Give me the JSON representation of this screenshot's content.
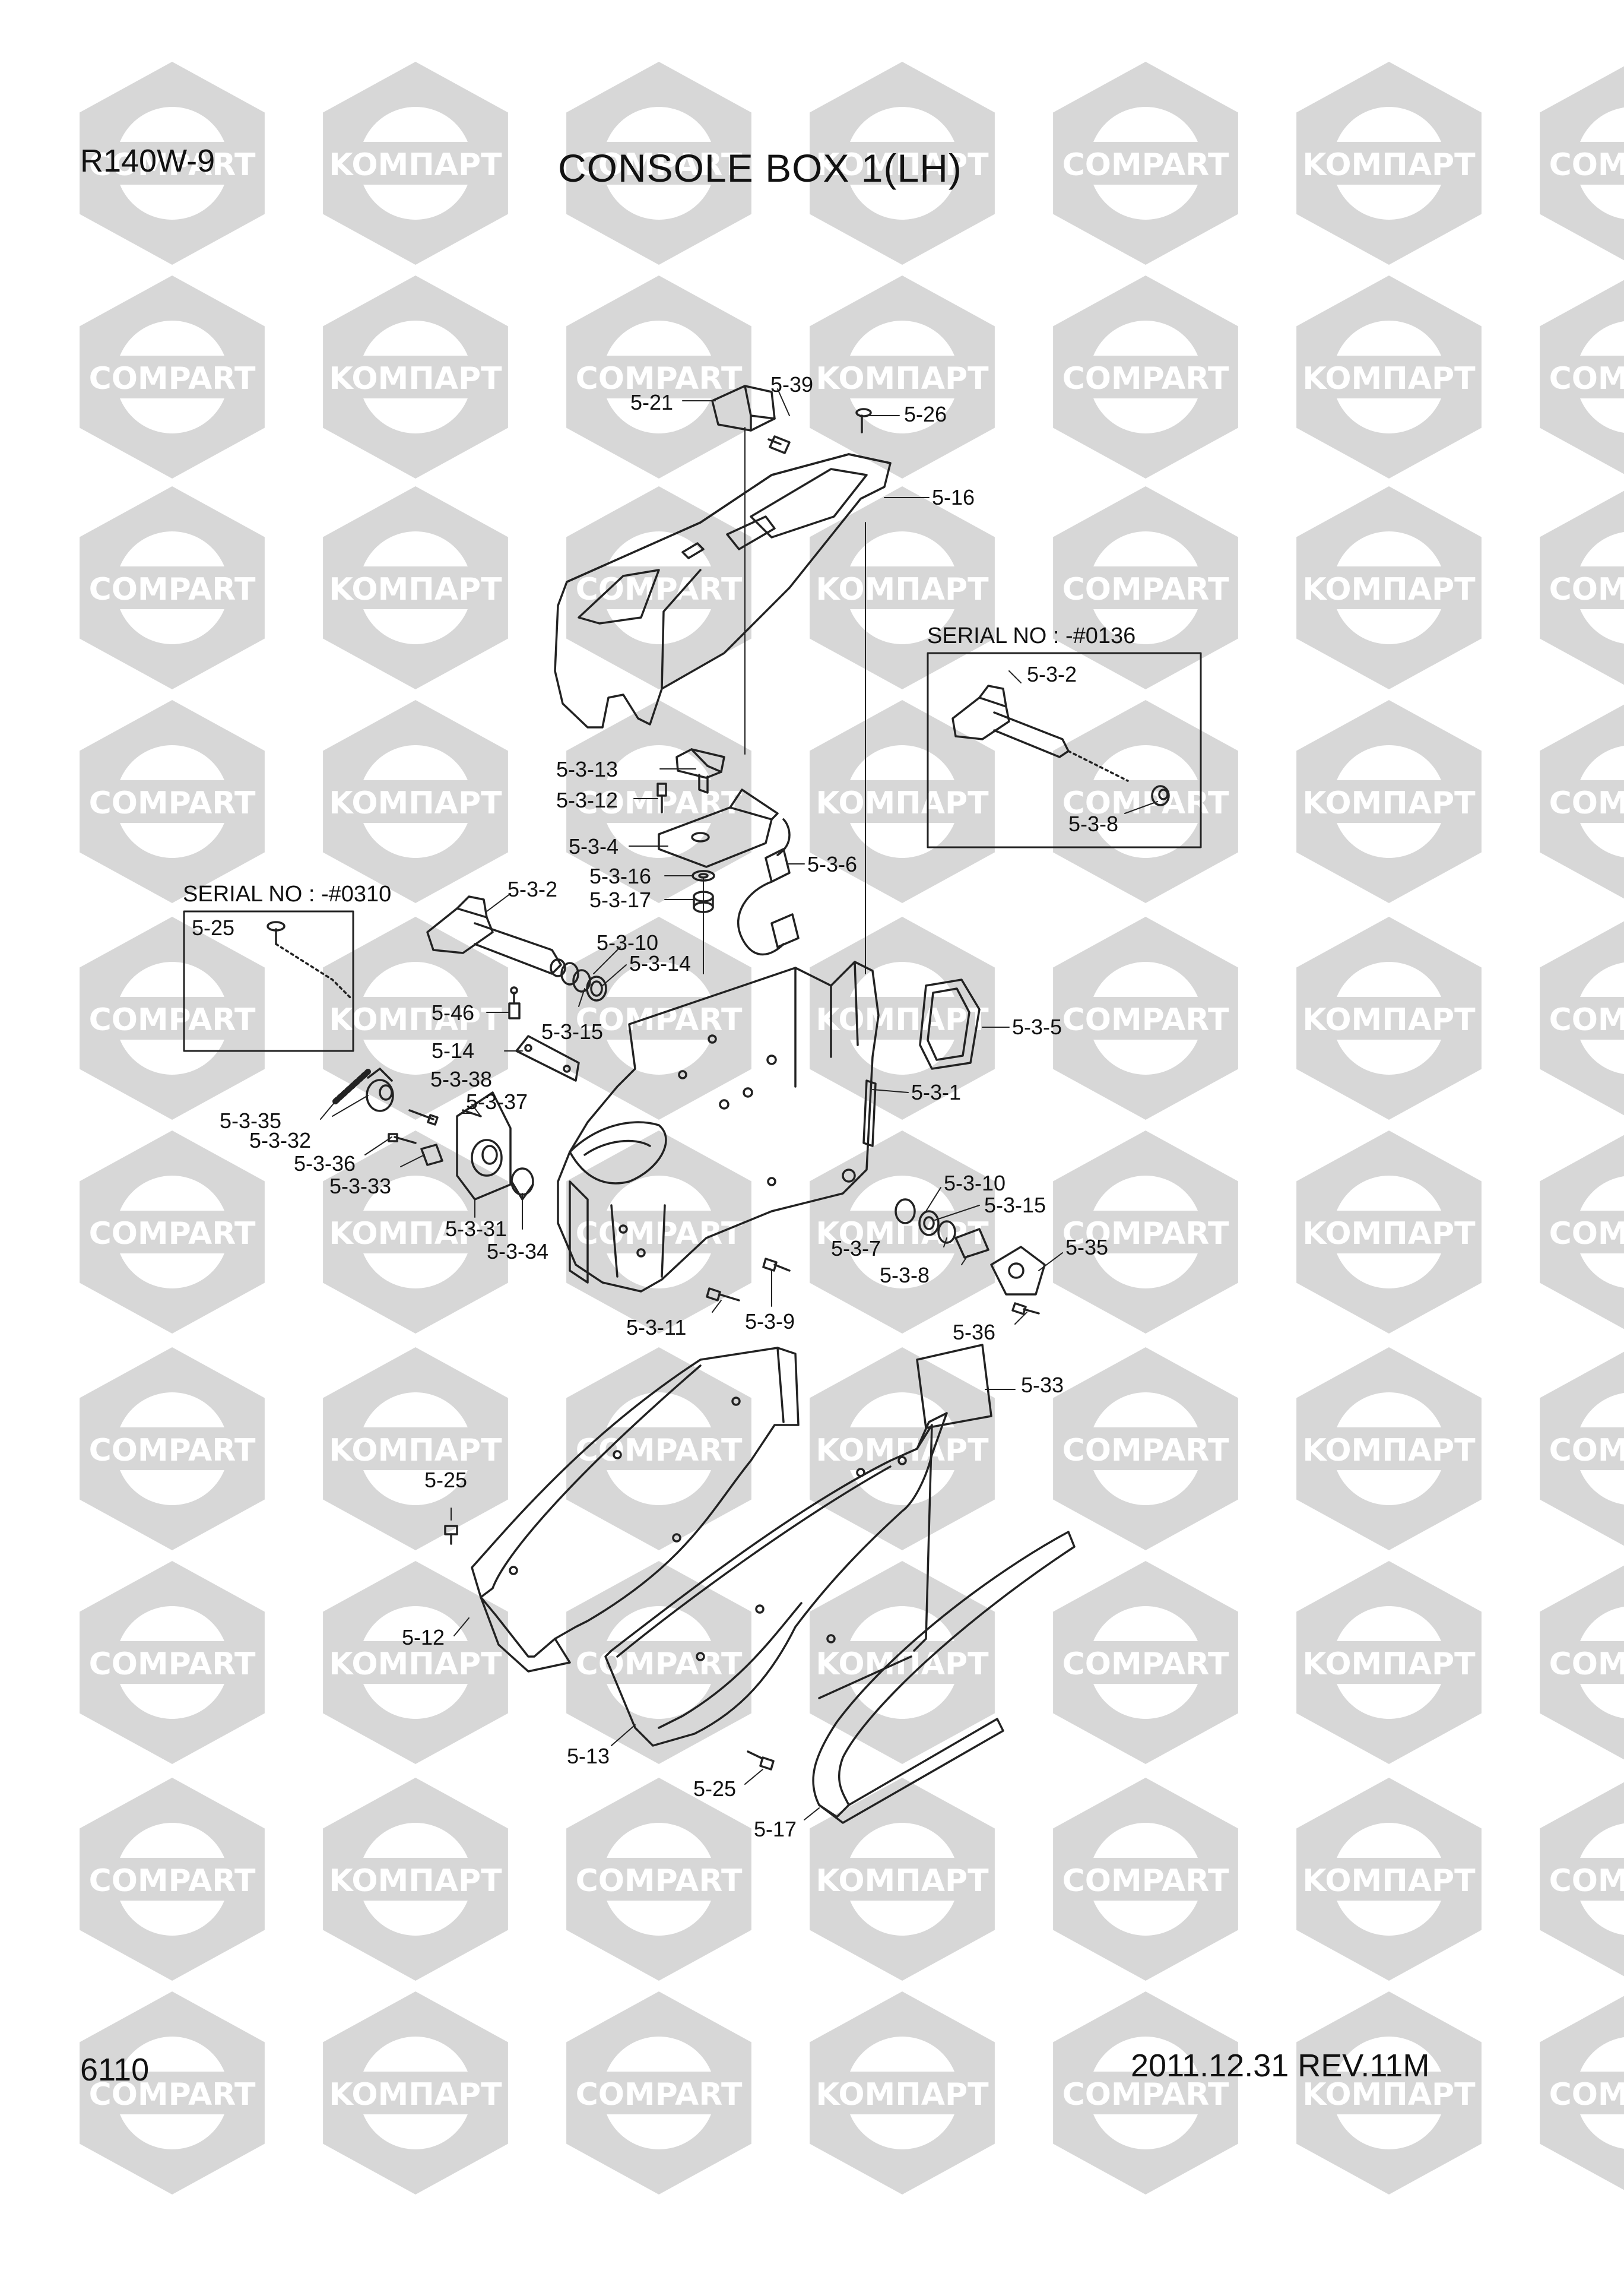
{
  "header": {
    "model": "R140W-9",
    "title": "CONSOLE BOX 1(LH)"
  },
  "footer": {
    "page_number": "6110",
    "revision": "2011.12.31  REV.11M"
  },
  "watermark": {
    "texts": [
      "KOMПAPT",
      "COMPART"
    ],
    "color": "#d7d7d7"
  },
  "insets": [
    {
      "id": "serial-0136",
      "label": "SERIAL NO : -#0136"
    },
    {
      "id": "serial-0310",
      "label": "SERIAL NO : -#0310"
    }
  ],
  "parts": [
    "5-21",
    "5-39",
    "5-26",
    "5-16",
    "5-3-13",
    "5-3-12",
    "5-3-4",
    "5-3-16",
    "5-3-17",
    "5-3-6",
    "5-3-2",
    "5-3-8",
    "5-3-2",
    "5-25",
    "5-3-10",
    "5-3-14",
    "5-46",
    "5-3-15",
    "5-14",
    "5-3-5",
    "5-3-1",
    "5-3-38",
    "5-3-37",
    "5-3-35",
    "5-3-32",
    "5-3-36",
    "5-3-33",
    "5-3-31",
    "5-3-34",
    "5-3-10",
    "5-3-15",
    "5-3-7",
    "5-35",
    "5-3-8",
    "5-3-11",
    "5-3-9",
    "5-36",
    "5-33",
    "5-25",
    "5-12",
    "5-13",
    "5-25",
    "5-17"
  ]
}
